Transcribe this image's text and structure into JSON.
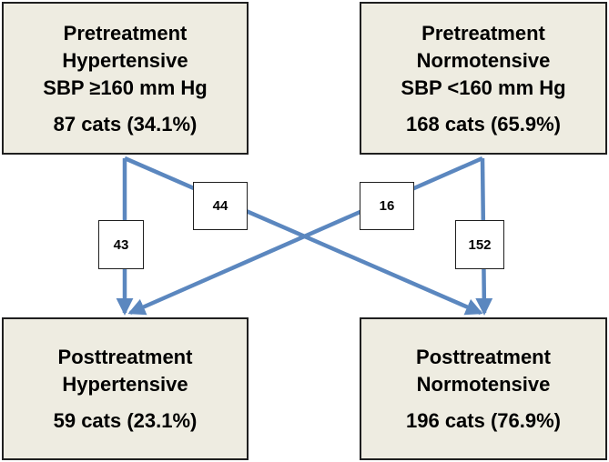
{
  "colors": {
    "box_fill": "#eeece1",
    "box_border": "#1f1f1f",
    "arrow": "#5b87bf",
    "label_fill": "#ffffff"
  },
  "boxes": {
    "pre_hypertensive": {
      "line1": "Pretreatment",
      "line2": "Hypertensive",
      "line3": "SBP ≥160 mm Hg",
      "count": "87 cats (34.1%)"
    },
    "pre_normotensive": {
      "line1": "Pretreatment",
      "line2": "Normotensive",
      "line3": "SBP <160 mm Hg",
      "count": "168 cats (65.9%)"
    },
    "post_hypertensive": {
      "line1": "Posttreatment",
      "line2": "Hypertensive",
      "count": "59 cats (23.1%)"
    },
    "post_normotensive": {
      "line1": "Posttreatment",
      "line2": "Normotensive",
      "count": "196 cats (76.9%)"
    }
  },
  "transitions": {
    "hyper_to_hyper": "43",
    "hyper_to_normo": "44",
    "normo_to_hyper": "16",
    "normo_to_normo": "152"
  }
}
